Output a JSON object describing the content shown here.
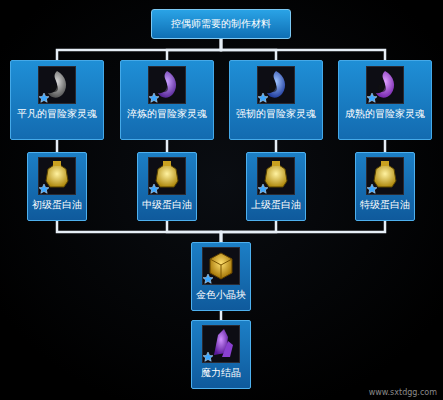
{
  "diagram": {
    "nodes": [
      {
        "text": [
          "控偶师需要的制作材料"
        ]
      },
      {
        "text": [
          "平凡的冒险家灵魂"
        ]
      },
      {
        "text": [
          "淬炼的冒险家灵魂"
        ]
      },
      {
        "text": [
          "强韧的冒险家灵魂"
        ]
      },
      {
        "text": [
          "成熟的冒险家灵魂"
        ]
      },
      {
        "text": [
          "初级蛋白油"
        ]
      },
      {
        "text": [
          "中级蛋白油"
        ]
      },
      {
        "text": [
          "上级蛋白油"
        ]
      },
      {
        "text": [
          "特级蛋白油"
        ]
      },
      {
        "text": [
          "金色小晶块"
        ]
      },
      {
        "text": [
          "魔力结晶"
        ]
      }
    ],
    "edges": [
      {
        "from": 0,
        "to": 1,
        "arrow": "none"
      },
      {
        "from": 0,
        "to": 2,
        "arrow": "none"
      },
      {
        "from": 0,
        "to": 3,
        "arrow": "none"
      },
      {
        "from": 0,
        "to": 4,
        "arrow": "none"
      },
      {
        "from": 1,
        "to": 5,
        "arrow": "none"
      },
      {
        "from": 2,
        "to": 6,
        "arrow": "none"
      },
      {
        "from": 3,
        "to": 7,
        "arrow": "none"
      },
      {
        "from": 4,
        "to": 8,
        "arrow": "none"
      },
      {
        "from": 5,
        "to": 9,
        "arrow": "none"
      },
      {
        "from": 6,
        "to": 9,
        "arrow": "none"
      },
      {
        "from": 7,
        "to": 9,
        "arrow": "none"
      },
      {
        "from": 8,
        "to": 9,
        "arrow": "none"
      },
      {
        "from": 9,
        "to": 10,
        "arrow": "none"
      }
    ],
    "labels": [
      "www.sxtdgg.com"
    ]
  }
}
